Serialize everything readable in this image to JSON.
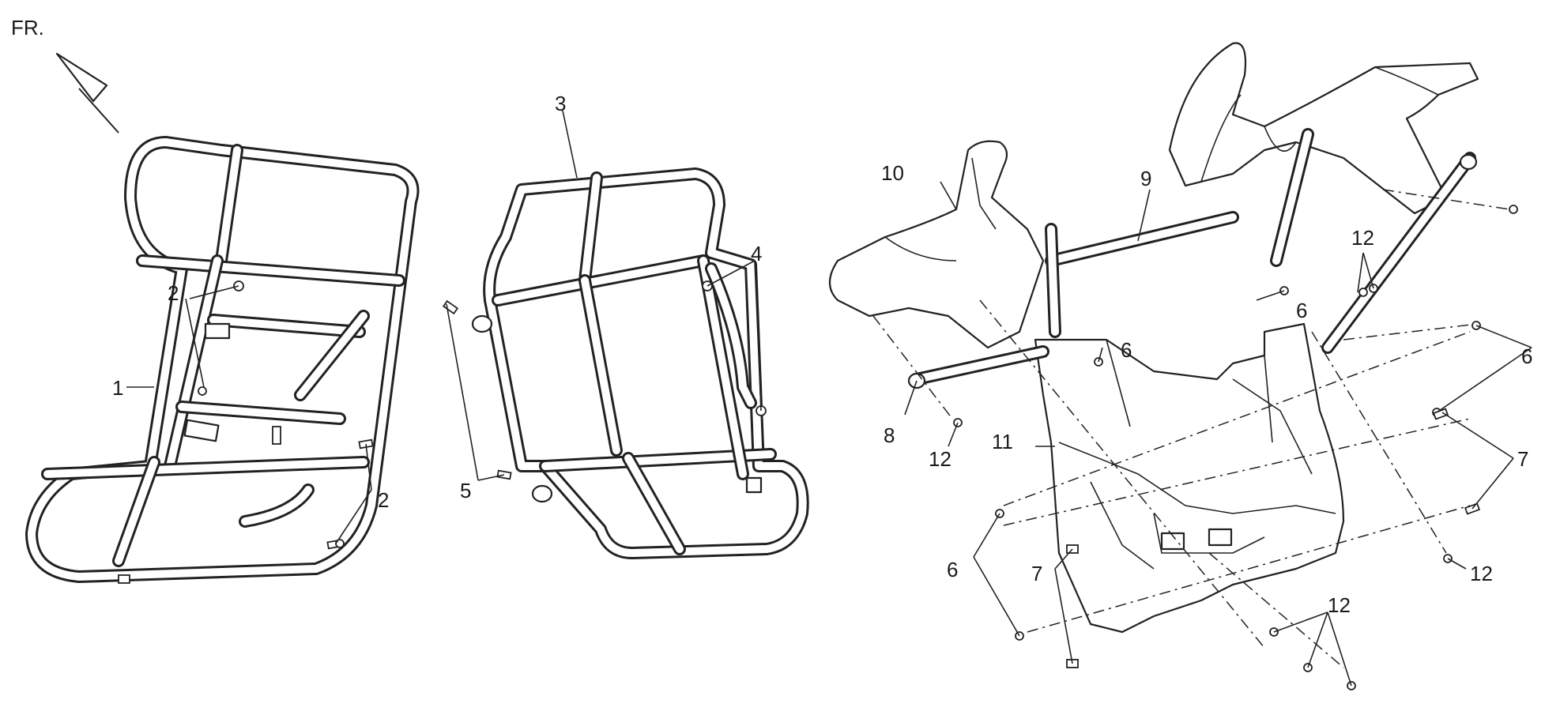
{
  "orientation_label": "FR.",
  "callouts": {
    "c1": "1",
    "c2": "2",
    "c3": "3",
    "c4": "4",
    "c5": "5",
    "c6": "6",
    "c7": "7",
    "c8": "8",
    "c9": "9",
    "c10": "10",
    "c11": "11",
    "c12": "12"
  }
}
